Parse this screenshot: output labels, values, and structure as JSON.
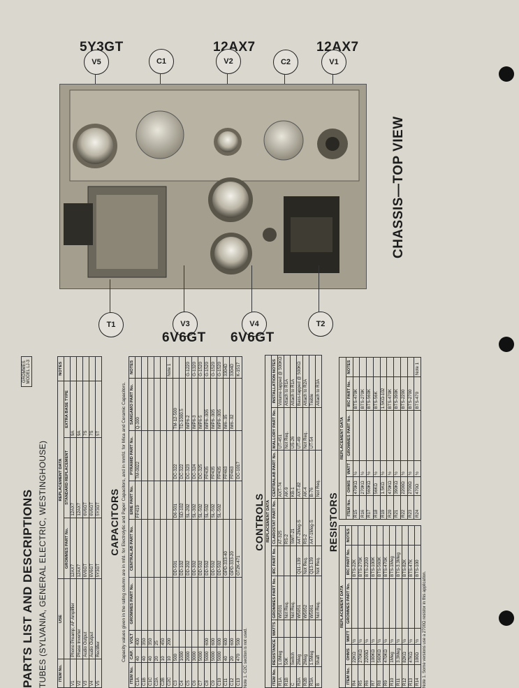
{
  "figure": {
    "title": "CHASSIS—TOP VIEW",
    "tube_types": {
      "v5": "5Y3GT",
      "v2": "12AX7",
      "v1": "12AX7",
      "v3": "6V6GT",
      "v4": "6V6GT"
    },
    "callouts": {
      "v5": "V5",
      "c1": "C1",
      "v2": "V2",
      "c2": "C2",
      "v1": "V1",
      "t1": "T1",
      "v3": "V3",
      "v4": "V4",
      "t2": "T2"
    }
  },
  "header": {
    "title": "PARTS LIST AND DESCRIPTIONS",
    "subtitle": "TUBES (SYLVANIA, GENERAL ELECTRIC, WESTINGHOUSE)",
    "model_box_line1": "GROMMES",
    "model_box_line2": "MODEL LJ-3"
  },
  "tubes": {
    "group_header": "REPLACEMENT DATA",
    "columns": [
      "ITEM No.",
      "USE",
      "GROMMES PART No.",
      "STANDARD REPLACEMENT",
      "EXTRA BASE TYPE",
      "NOTES"
    ],
    "rows": [
      [
        "V1",
        "Phono Preamp; AF Amplifier",
        "12AX7",
        "12AX7",
        "9A",
        ""
      ],
      [
        "V2",
        "Phase Inverter",
        "12AX7",
        "12AX7",
        "9A",
        ""
      ],
      [
        "V3",
        "Audio Output",
        "6V6GT",
        "6V6GT",
        "7S",
        ""
      ],
      [
        "V4",
        "Audio Output",
        "6V6GT",
        "6V6GT",
        "7S",
        ""
      ],
      [
        "V5",
        "Rectifier",
        "5Y3GT",
        "5Y3GT",
        "5T",
        ""
      ]
    ]
  },
  "capacitors": {
    "title": "CAPACITORS",
    "note": "Capacity values given in the rating column are in mfd. for Electrolytic and Paper Capacitors, and in mmfd. for Mica and Ceramic Capacitors.",
    "columns": [
      "ITEM No.",
      "CAP.",
      "VOLT",
      "GROMMES PART No.",
      "CENTRALAB PART No.",
      "ERIE PART No.",
      "PYRAMID PART No.",
      "SANGAMO PART No.",
      "NOTES"
    ],
    "rows": [
      [
        "C1A",
        "40",
        "400",
        "",
        "",
        "FP419",
        "TM-0022",
        "Q-300",
        ""
      ],
      [
        "C1B",
        "40",
        "350",
        "",
        "",
        "",
        "",
        "",
        ""
      ],
      [
        "C1C",
        "40",
        "350",
        "",
        "",
        "",
        "",
        "",
        ""
      ],
      [
        "C2A",
        "20",
        "25",
        "",
        "",
        "",
        "",
        "",
        ""
      ],
      [
        "C2B",
        "10",
        "450",
        "",
        "",
        "",
        "",
        "",
        ""
      ],
      [
        "C2C",
        "10",
        "200",
        "",
        "",
        "",
        "",
        "",
        "Note 1"
      ],
      [
        "C3",
        "500",
        "",
        "",
        "DD-501",
        "D6-501",
        "DC-322",
        "TM-12-500",
        ""
      ],
      [
        "C4",
        "1000",
        "",
        "",
        "DD-102",
        "SD-102",
        "DC-322",
        "TD-1000.5",
        ""
      ],
      [
        "C5",
        "2000",
        "",
        "",
        "DD-202",
        "SL-202",
        "DC-323",
        "IMP6-2",
        "G-1220"
      ],
      [
        "C6",
        "3000",
        "",
        "",
        "DD-302",
        "SL-302",
        "DC-324",
        "IMP6-3",
        "G-1320"
      ],
      [
        "C7",
        "5000",
        "",
        "",
        "DD-502",
        "SL-502",
        "DC-325",
        "IMP6-5",
        "G-1520"
      ],
      [
        "C8",
        "5000",
        "600",
        "",
        "DD-502",
        "SL-502",
        "FP435",
        "IMP6-.005",
        "G-1520"
      ],
      [
        "C9",
        "5000",
        "600",
        "",
        "DD-502",
        "SL-502",
        "FP435",
        "IMP6-.005",
        "G-1520"
      ],
      [
        "C10",
        "5000",
        "600",
        "",
        "DD-502",
        "SL-502",
        "FP435",
        "IMP6-.005",
        "G-1520"
      ],
      [
        "C11",
        "40",
        "600",
        "",
        "GPD-333-40",
        "",
        "FP463",
        "IM6-.05",
        "3304D"
      ],
      [
        "C12",
        "20",
        "600",
        "",
        "GPD-333-20",
        "",
        "FP463",
        "IM6-.02",
        "3304D"
      ],
      [
        "C13",
        "470",
        "500",
        "",
        "GT2K-471",
        "",
        "DC-1017",
        "",
        "K-1517"
      ]
    ],
    "footnote": "Note 1. C2C section is not used."
  },
  "controls": {
    "title": "CONTROLS",
    "group_header": "REPLACEMENT DATA",
    "columns": [
      "ITEM No.",
      "RESISTANCE",
      "WATTS",
      "GROMMES PART No.",
      "IRC PART No.",
      "CLAROSTAT PART No.",
      "CENTRALAB PART No.",
      "MALLORY PART No.",
      "INSTALLATION NOTES"
    ],
    "rows": [
      [
        "R1A",
        "1.0Meg",
        "",
        "W5031",
        "",
        "AT-325",
        "AXT-74",
        "UT-451",
        "Volume-tapped @ 500KΩ"
      ],
      [
        "R1B",
        "50K",
        "",
        "Not Req.",
        "",
        "RS-2",
        "AK-9",
        "Not Req.",
        "Attach to R1A"
      ],
      [
        "C",
        "Switch",
        "",
        "Not Req.",
        "",
        "SWT-21",
        "KB-1",
        "US-26",
        "Attach to R1A"
      ],
      [
        "R2A",
        "2Meg",
        "",
        "W5051",
        "Q11-139",
        "A47-2Meg-S",
        "AXT-82",
        "UT-49",
        "Bass-tapped @ 500KΩ"
      ],
      [
        "R2B",
        "2Meg",
        "",
        "W5052",
        "Not Req.",
        "RS-2",
        "AK-4",
        "Not Req.",
        "Attach to R2A"
      ],
      [
        "R3A",
        "1.5Meg",
        "",
        "W5061",
        "Q13-139",
        "A47-1Meg-S",
        "B-76",
        "UT-54",
        "Treble"
      ],
      [
        "B",
        "Shaft",
        "",
        "Not Req.",
        "Not Req.",
        "",
        "Not Req.",
        "",
        "Attach to R3A"
      ]
    ]
  },
  "resistors": {
    "title": "RESISTORS",
    "group_header": "REPLACEMENT DATA",
    "left_columns": [
      "ITEM No.",
      "OHMS",
      "WATT",
      "GROMMES PART No.",
      "IRC PART No.",
      "NOTES"
    ],
    "left_rows": [
      [
        "R4",
        "22KΩ",
        "½",
        "",
        "BTS-22K",
        ""
      ],
      [
        "R5",
        "270KΩ",
        "½",
        "",
        "BTS-270K",
        ""
      ],
      [
        "R6",
        "2200Ω",
        "½",
        "",
        "BTS-2200",
        ""
      ],
      [
        "R7",
        "100KΩ",
        "½",
        "",
        "BTS-100K",
        ""
      ],
      [
        "R8",
        "560KΩ",
        "½",
        "",
        "BTS-560K",
        ""
      ],
      [
        "R9",
        "470KΩ",
        "½",
        "",
        "BTS-470K",
        ""
      ],
      [
        "R10",
        "1Meg",
        "½",
        "",
        "BTS-1Meg",
        ""
      ],
      [
        "R11",
        "3.3Meg",
        "½",
        "",
        "BTS-3.3Meg",
        ""
      ],
      [
        "R12",
        "82KΩ",
        "½",
        "",
        "BTS-82K",
        ""
      ],
      [
        "R13",
        "47KΩ",
        "½",
        "",
        "BTS-47K",
        ""
      ],
      [
        "R14",
        "100Ω",
        "½",
        "",
        "BTS-100",
        ""
      ]
    ],
    "right_columns": [
      "ITEM No.",
      "OHMS",
      "WATT",
      "GROMMES PART No.",
      "IRC PART No.",
      "NOTES"
    ],
    "right_rows": [
      [
        "R15",
        "470KΩ",
        "½",
        "",
        "BTS-470K",
        ""
      ],
      [
        "R16",
        "270KΩ",
        "½",
        "",
        "BTS-270K",
        ""
      ],
      [
        "R17",
        "560KΩ",
        "½",
        "",
        "BTS-560K",
        ""
      ],
      [
        "R18",
        "56KΩ",
        "½",
        "",
        "BTS-56K",
        ""
      ],
      [
        "R19",
        "1.5KΩ",
        "½",
        "",
        "1.5KΩ-102",
        ""
      ],
      [
        "R20",
        "470KΩ",
        "½",
        "",
        "BTS-470K",
        ""
      ],
      [
        "R21",
        "390KΩ",
        "½",
        "",
        "BTS-390K",
        ""
      ],
      [
        "R22",
        "2200Ω",
        "½",
        "",
        "BTS-2200",
        ""
      ],
      [
        "R23",
        "2700Ω",
        "½",
        "",
        "BTS-2700",
        ""
      ],
      [
        "R24",
        "470Ω",
        "½",
        "",
        "BTS-470",
        "Note 1"
      ]
    ],
    "footnote": "Note 1. Some versions use a 2700Ω resistor in this application."
  }
}
